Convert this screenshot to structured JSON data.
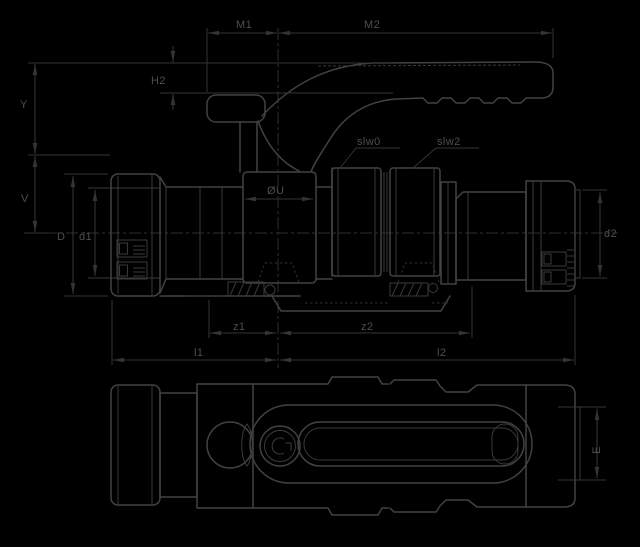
{
  "meta": {
    "title": "Ball valve technical drawing, two projection views on black background"
  },
  "drawing": {
    "background": "#000000",
    "line_color": "#424242",
    "dimension_color": "#343434",
    "text_color": "#4e4e4e",
    "views": {
      "main": "front-view",
      "secondary": "top-view"
    },
    "labels": {
      "m1": "M1",
      "m2": "M2",
      "h2": "H2",
      "y": "Y",
      "v": "V",
      "d": "D",
      "d1": "d1",
      "d2": "d2",
      "ou": "ØU",
      "slw0": "slw0",
      "slw2": "slw2",
      "z1": "z1",
      "z2": "z2",
      "l1": "l1",
      "l2": "l2",
      "e": "E"
    }
  }
}
